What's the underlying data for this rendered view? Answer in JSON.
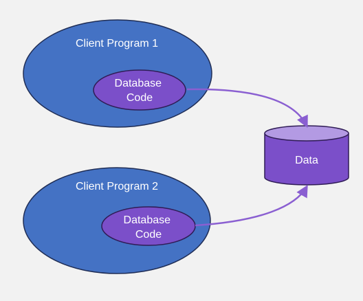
{
  "diagram": {
    "client1": {
      "label": "Client Program 1",
      "db_line1": "Database",
      "db_line2": "Code"
    },
    "client2": {
      "label": "Client Program 2",
      "db_line1": "Database",
      "db_line2": "Code"
    },
    "store": {
      "label": "Data"
    },
    "colors": {
      "background": "#f2f2f2",
      "client_fill": "#4472c4",
      "client_stroke": "#1f2d55",
      "db_code_fill": "#7b4fc9",
      "db_code_stroke": "#2f1c55",
      "cylinder_fill": "#7b4fc9",
      "cylinder_top": "#b39ae3",
      "connector": "#8a5fd1"
    }
  }
}
